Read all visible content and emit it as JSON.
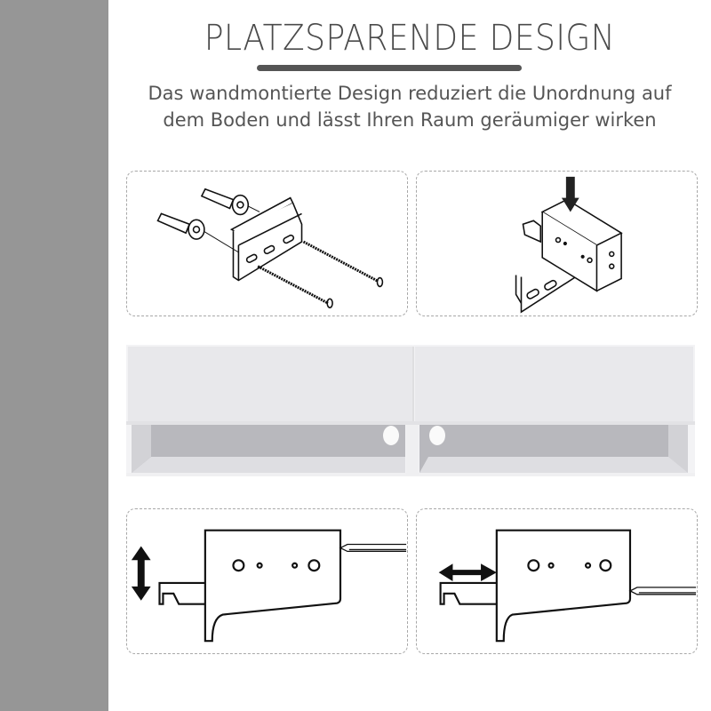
{
  "header": {
    "title": "PLATZSPARENDE DESIGN",
    "subtitle_line1": "Das wandmontierte Design reduziert die Unordnung auf",
    "subtitle_line2": "dem Boden und lässt Ihren Raum geräumiger wirken"
  },
  "colors": {
    "side_band": "#969696",
    "title_text": "#4a4a4a",
    "underline": "#555555",
    "panel_border": "#a8a8a8",
    "cabinet_white": "#e9e9ec",
    "cabinet_shadow": "#b9b9be"
  },
  "panels": [
    {
      "name": "wall-mount-hardware",
      "icon": "bracket-screws-dowels-icon"
    },
    {
      "name": "bracket-insertion",
      "icon": "bracket-insert-arrow-icon"
    },
    {
      "name": "vertical-adjustment",
      "icon": "vertical-adjust-arrow-icon"
    },
    {
      "name": "horizontal-adjustment",
      "icon": "horizontal-adjust-arrow-icon"
    }
  ],
  "product": {
    "name": "wall-mounted-tv-cabinet"
  }
}
